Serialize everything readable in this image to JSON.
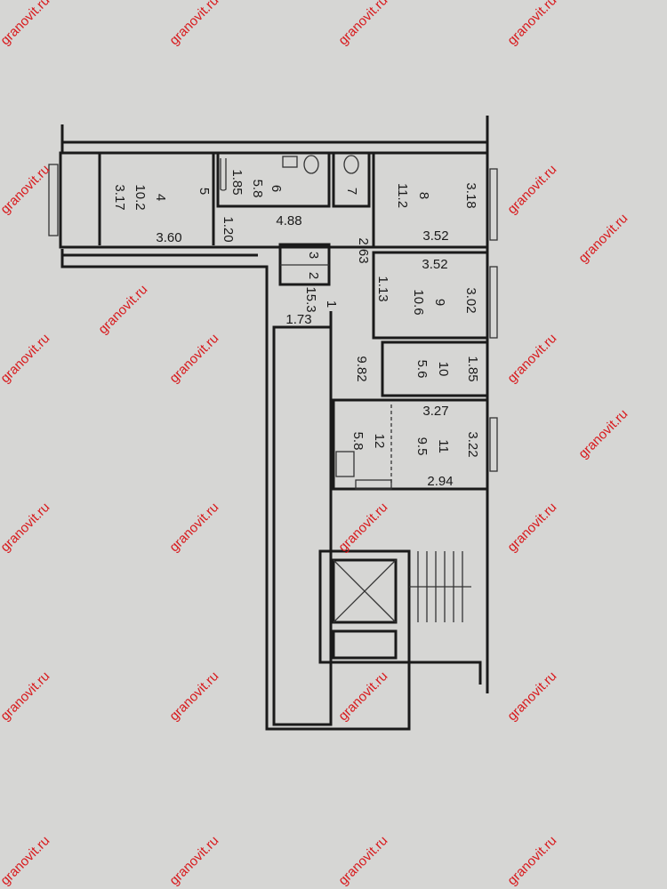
{
  "watermark": "granovit.ru",
  "rooms": {
    "r1": {
      "number": "1",
      "area": "15.3"
    },
    "r2": {
      "number": "2"
    },
    "r3": {
      "number": "3"
    },
    "r4": {
      "number": "4",
      "area": "10.2",
      "width": "3.60",
      "depth": "3.17"
    },
    "r5": {
      "number": "5"
    },
    "r6": {
      "number": "6",
      "area": "5.8",
      "depth": "1.85"
    },
    "r7": {
      "number": "7"
    },
    "r8": {
      "number": "8",
      "area": "11.2",
      "width": "3.52",
      "depth": "3.18"
    },
    "r9": {
      "number": "9",
      "area": "10.6",
      "width": "3.52",
      "depth": "3.02",
      "extra": "1.13"
    },
    "r10": {
      "number": "10",
      "area": "5.6",
      "depth": "1.85"
    },
    "r11": {
      "number": "11",
      "area": "9.5",
      "width": "3.27",
      "depth": "3.22",
      "bottom": "2.94"
    },
    "r12": {
      "number": "12",
      "area": "5.8"
    }
  },
  "dims": {
    "hall_width": "4.88",
    "hall_small": "1.20",
    "hall_length": "2.63",
    "corridor": "1.73",
    "corridor_length": "9.82"
  }
}
